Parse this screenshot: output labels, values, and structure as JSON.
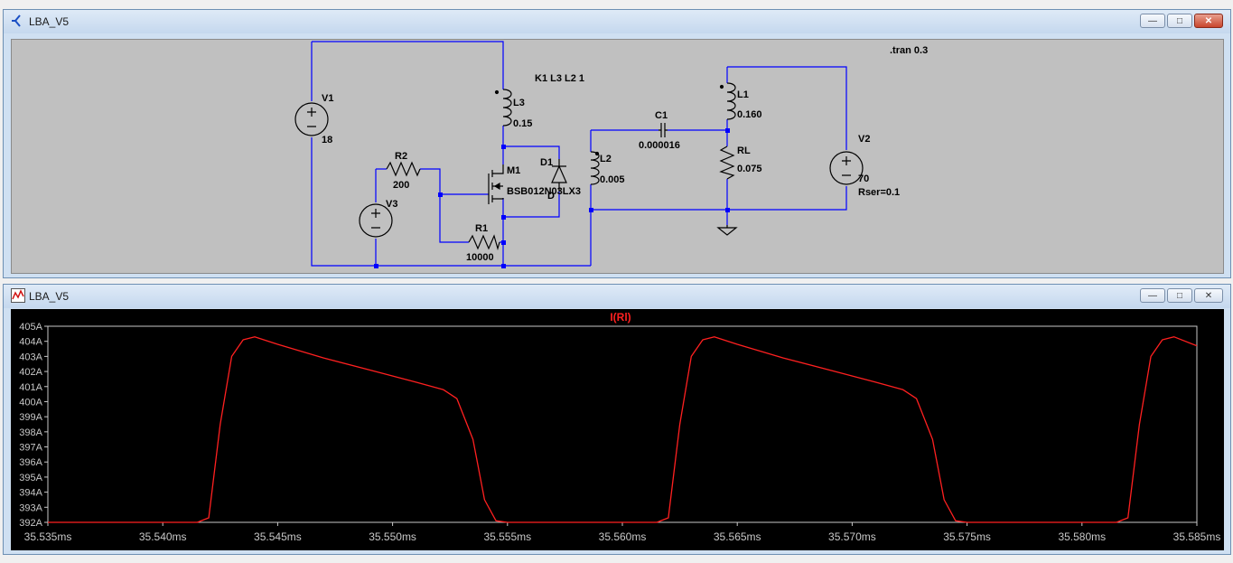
{
  "schematic_window": {
    "title": "LBA_V5",
    "directive_tran": ".tran 0.3",
    "directive_k": "K1 L3 L2 1",
    "components": {
      "v1": {
        "name": "V1",
        "value": "18"
      },
      "v2": {
        "name": "V2",
        "value": "70",
        "extra": "Rser=0.1"
      },
      "v3": {
        "name": "V3"
      },
      "r1": {
        "name": "R1",
        "value": "10000"
      },
      "r2": {
        "name": "R2",
        "value": "200"
      },
      "rl": {
        "name": "RL",
        "value": "0.075"
      },
      "l1": {
        "name": "L1",
        "value": "0.160"
      },
      "l2": {
        "name": "L2",
        "value": "0.005"
      },
      "l3": {
        "name": "L3",
        "value": "0.15"
      },
      "c1": {
        "name": "C1",
        "value": "0.000016"
      },
      "m1": {
        "name": "M1",
        "model": "BSB012N03LX3"
      },
      "d1": {
        "name": "D1",
        "model": "D"
      }
    },
    "wire_color": "#0000ff"
  },
  "plot_window": {
    "title": "LBA_V5",
    "trace_label": "I(Rl)",
    "trace_color": "#ff2020"
  },
  "chart_data": {
    "type": "line",
    "title": "I(Rl)",
    "xlabel": "",
    "ylabel": "",
    "xlim": [
      35.535,
      35.585
    ],
    "ylim": [
      392,
      405
    ],
    "x_ticks": [
      "35.535ms",
      "35.540ms",
      "35.545ms",
      "35.550ms",
      "35.555ms",
      "35.560ms",
      "35.565ms",
      "35.570ms",
      "35.575ms",
      "35.580ms",
      "35.585ms"
    ],
    "y_ticks": [
      "392A",
      "393A",
      "394A",
      "395A",
      "396A",
      "397A",
      "398A",
      "399A",
      "400A",
      "401A",
      "402A",
      "403A",
      "404A",
      "405A"
    ],
    "grid": false,
    "series": [
      {
        "name": "I(Rl)",
        "color": "#ff2020",
        "x": [
          35.535,
          35.5415,
          35.542,
          35.5425,
          35.543,
          35.5435,
          35.544,
          35.545,
          35.547,
          35.549,
          35.551,
          35.5522,
          35.5528,
          35.5535,
          35.554,
          35.5545,
          35.555,
          35.5615,
          35.562,
          35.5625,
          35.563,
          35.5635,
          35.564,
          35.565,
          35.567,
          35.569,
          35.571,
          35.5722,
          35.5728,
          35.5735,
          35.574,
          35.5745,
          35.575,
          35.5815,
          35.582,
          35.5825,
          35.583,
          35.5835,
          35.584,
          35.585
        ],
        "y": [
          392.0,
          392.0,
          392.3,
          398.5,
          403.0,
          404.1,
          404.3,
          403.8,
          402.9,
          402.1,
          401.3,
          400.8,
          400.2,
          397.5,
          393.5,
          392.1,
          392.0,
          392.0,
          392.3,
          398.5,
          403.0,
          404.1,
          404.3,
          403.8,
          402.9,
          402.1,
          401.3,
          400.8,
          400.2,
          397.5,
          393.5,
          392.1,
          392.0,
          392.0,
          392.3,
          398.5,
          403.0,
          404.1,
          404.3,
          403.7
        ]
      }
    ]
  }
}
